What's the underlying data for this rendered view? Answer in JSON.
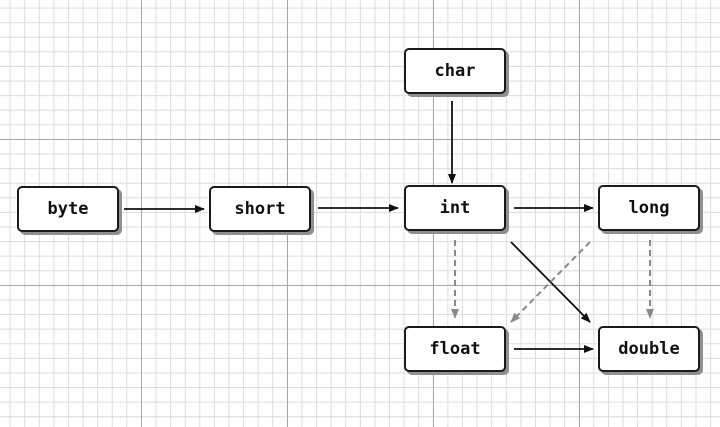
{
  "diagram": {
    "nodes": {
      "byte": "byte",
      "short": "short",
      "char": "char",
      "int": "int",
      "long": "long",
      "float": "float",
      "double": "double"
    },
    "edges": [
      {
        "from": "byte",
        "to": "short",
        "style": "solid"
      },
      {
        "from": "short",
        "to": "int",
        "style": "solid"
      },
      {
        "from": "char",
        "to": "int",
        "style": "solid"
      },
      {
        "from": "int",
        "to": "long",
        "style": "solid"
      },
      {
        "from": "int",
        "to": "double",
        "style": "solid"
      },
      {
        "from": "float",
        "to": "double",
        "style": "solid"
      },
      {
        "from": "int",
        "to": "float",
        "style": "dashed"
      },
      {
        "from": "long",
        "to": "float",
        "style": "dashed"
      },
      {
        "from": "long",
        "to": "double",
        "style": "dashed"
      }
    ]
  },
  "colors": {
    "solid_arrow": "#111111",
    "dashed_arrow": "#8a8a8a",
    "node_border": "#1a1a1a",
    "grid_major": "#a9a9a9",
    "grid_minor": "#dcdcdc"
  }
}
